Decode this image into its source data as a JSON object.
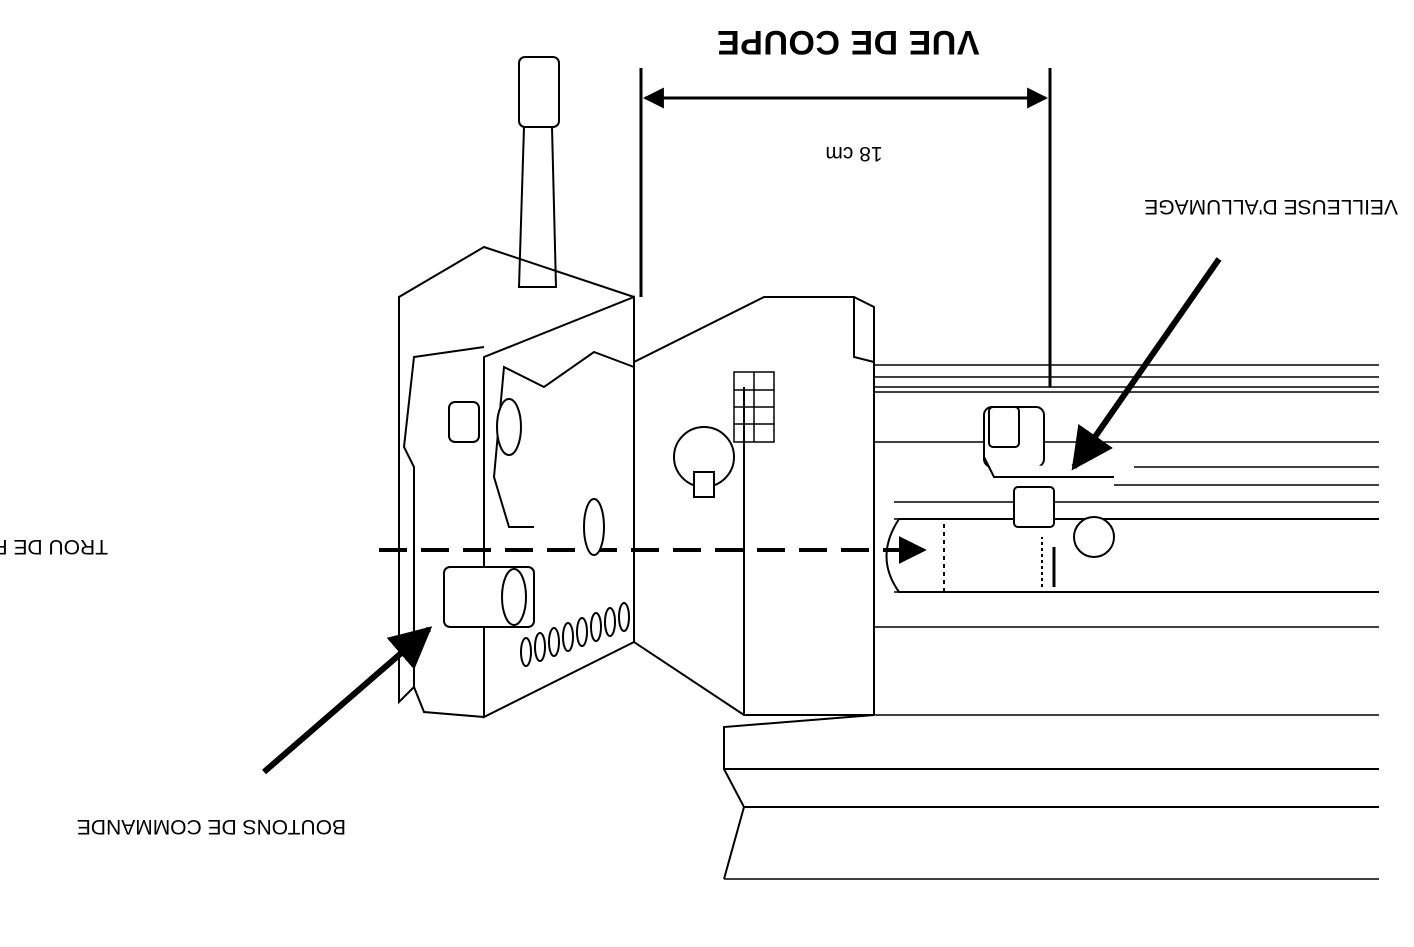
{
  "diagram": {
    "title": "VUE DE COUPE",
    "dimension": "18 cm",
    "labels": {
      "pilot": "VEILLEUSE D'ALLUMAGE",
      "sight_hole": "TROU DE REGARD",
      "control_knobs": "BOUTONS DE COMMANDE"
    },
    "orientation": "rotated 180 degrees",
    "line_color": "#000000",
    "background": "#ffffff"
  }
}
